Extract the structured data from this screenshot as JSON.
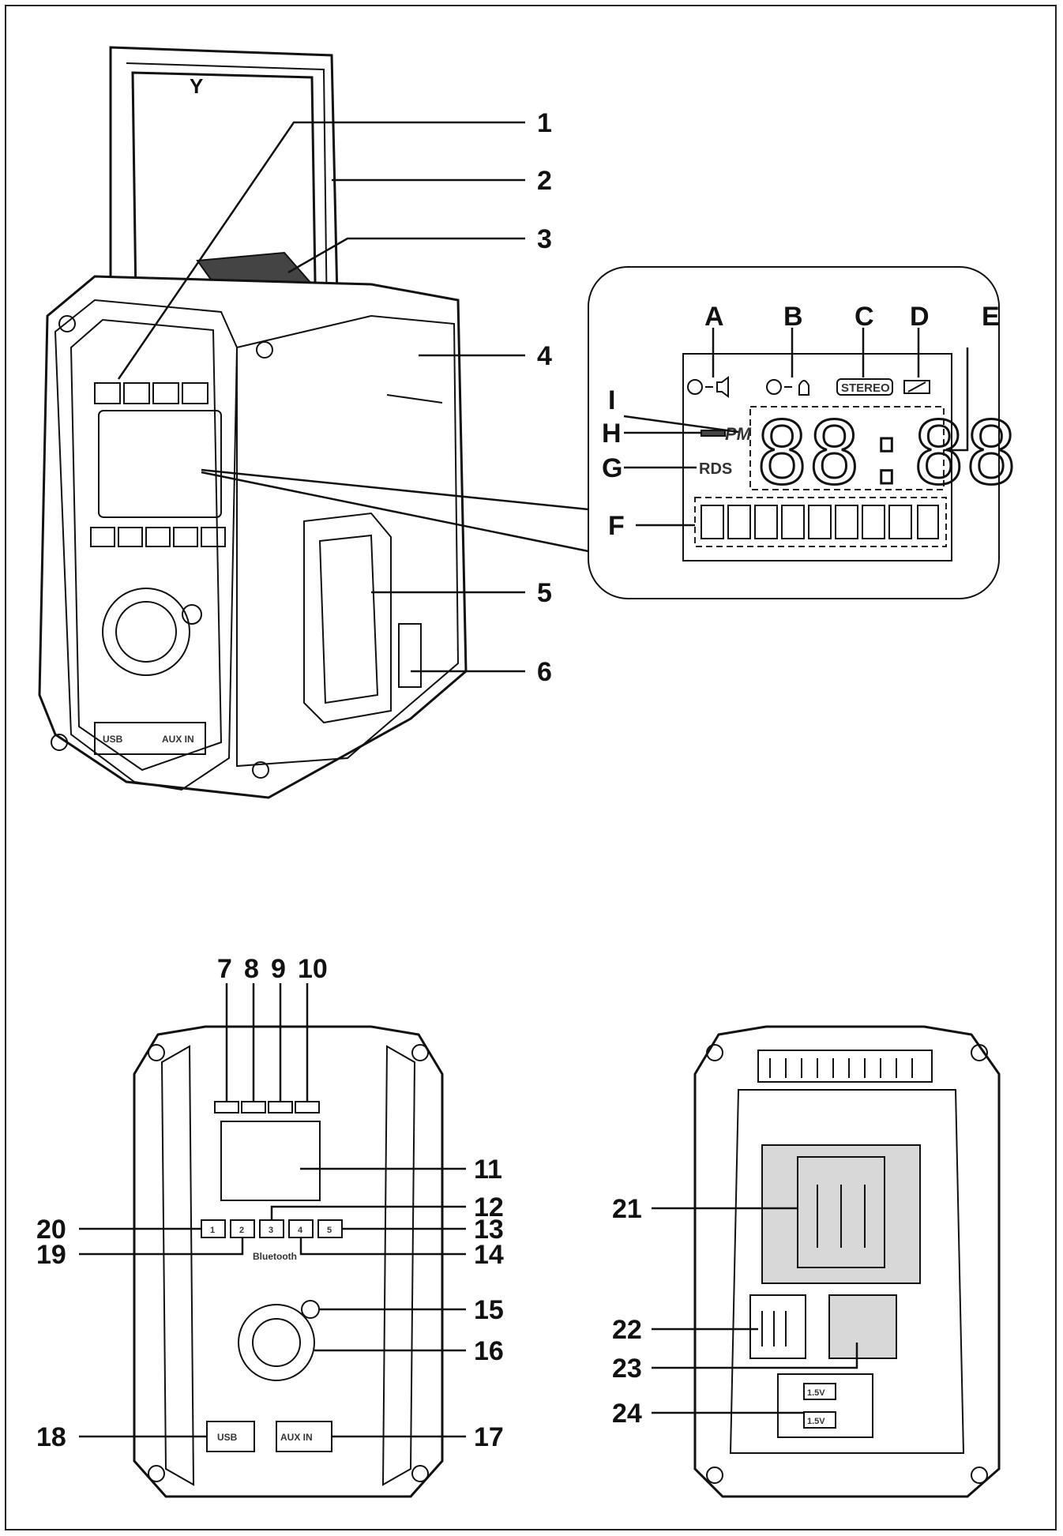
{
  "main_view": {
    "callouts": [
      "1",
      "2",
      "3",
      "4",
      "5",
      "6"
    ],
    "antenna_mark": "Y",
    "port_labels": {
      "usb": "USB",
      "aux": "AUX IN"
    }
  },
  "lcd_detail": {
    "callouts": [
      "A",
      "B",
      "C",
      "D",
      "E",
      "F",
      "G",
      "H",
      "I"
    ],
    "stereo_label": "STEREO",
    "pm_label": "PM",
    "rds_label": "RDS",
    "clock_digits": "88:88"
  },
  "front_view": {
    "callouts": [
      "7",
      "8",
      "9",
      "10",
      "11",
      "12",
      "13",
      "14",
      "15",
      "16",
      "17",
      "18",
      "19",
      "20"
    ],
    "preset_buttons": [
      "1",
      "2",
      "3",
      "4",
      "5"
    ],
    "bluetooth_label": "Bluetooth",
    "port_labels": {
      "usb": "USB",
      "aux": "AUX IN"
    }
  },
  "back_view": {
    "callouts": [
      "21",
      "22",
      "23",
      "24"
    ],
    "battery_labels": [
      "1.5V",
      "1.5V"
    ]
  }
}
